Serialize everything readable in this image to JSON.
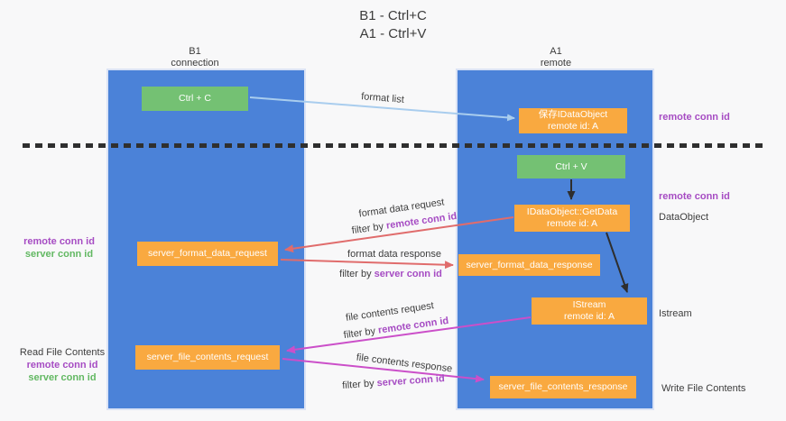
{
  "title": {
    "line1": "B1 - Ctrl+C",
    "line2": "A1 - Ctrl+V"
  },
  "columns": {
    "left": {
      "title": "B1",
      "subtitle": "connection"
    },
    "right": {
      "title": "A1",
      "subtitle": "remote"
    }
  },
  "boxes": {
    "ctrl_c": {
      "label": "Ctrl + C"
    },
    "ctrl_v": {
      "label": "Ctrl + V"
    },
    "save_idataobject": {
      "line1": "保存IDataObject",
      "line2": "remote id: A"
    },
    "idataobject_getdata": {
      "line1": "IDataObject::GetData",
      "line2": "remote id: A"
    },
    "istream": {
      "line1": "IStream",
      "line2": "remote id: A"
    },
    "server_format_data_request": {
      "label": "server_format_data_request"
    },
    "server_format_data_response": {
      "label": "server_format_data_response"
    },
    "server_file_contents_request": {
      "label": "server_file_contents_request"
    },
    "server_file_contents_response": {
      "label": "server_file_contents_response"
    }
  },
  "labels": {
    "remote_conn_id": "remote conn id",
    "server_conn_id": "server conn id",
    "dataobject": "DataObject",
    "istream": "Istream",
    "read_file_contents": "Read File Contents",
    "write_file_contents": "Write File Contents",
    "filter_by": "filter by"
  },
  "arrow_labels": {
    "format_list": "format list",
    "format_data_request": "format data request",
    "format_data_response": "format data response",
    "file_contents_request": "file contents request",
    "file_contents_response": "file contents response"
  },
  "colors": {
    "column_blue": "#4b82d8",
    "box_green": "#74c173",
    "box_orange": "#f9a940",
    "purple_label": "#a64cc3",
    "green_label": "#62b862",
    "arrow_red": "#e06c6c",
    "arrow_magenta": "#cb4fc9",
    "arrow_lightblue": "#a9cdee",
    "arrow_black": "#2e2e2e"
  }
}
